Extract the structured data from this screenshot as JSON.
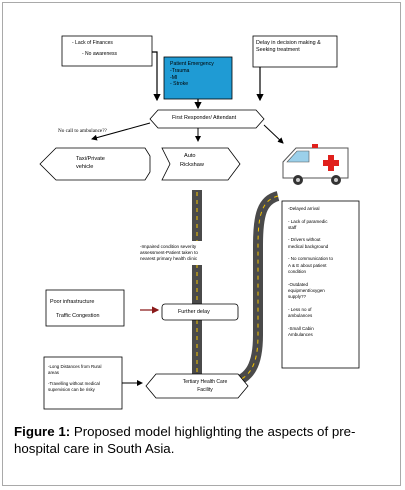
{
  "boxes": {
    "barriers": {
      "lines": [
        "- Lack of Finances",
        "- No awareness"
      ]
    },
    "delay_decision": {
      "lines": [
        "Delay in decision making &",
        "Seeking treatment"
      ]
    },
    "emergency": {
      "lines": [
        "Patient Emergency",
        "-Trauma",
        "-MI",
        "- Stroke"
      ],
      "fill": "#1f9bd4"
    },
    "first_responder": {
      "text": "First Responder/ Attendant"
    },
    "no_call": {
      "text": "No call to ambulance??"
    },
    "taxi": {
      "lines": [
        "Taxi/Private",
        "vehicle"
      ]
    },
    "rickshaw": {
      "lines": [
        "Auto",
        "Rickshaw"
      ]
    },
    "impaired": {
      "lines": [
        "-Impaired condition severity",
        "assessment-Patient taken to",
        "nearest primary health clinic"
      ]
    },
    "infra": {
      "lines": [
        "Poor infrastructure",
        "Traffic Congestion"
      ]
    },
    "further_delay": {
      "text": "Further delay"
    },
    "long_distance": {
      "lines": [
        "-Long Distances from Rural",
        "areas",
        "",
        "-Travelling without medical",
        "supervision can be risky"
      ]
    },
    "tertiary": {
      "lines": [
        "Tertiary Health Care",
        "Facility"
      ]
    },
    "ambulance_issues": {
      "lines": [
        "-Delayed arrival",
        "",
        "- Lack of paramedic",
        "staff",
        "",
        "- Drivers without",
        "medical background",
        "",
        "- No communication to",
        "A & E about patient",
        "condition",
        "",
        "-Outdated",
        "equipment/oxygen",
        "supply??",
        "",
        "- Less no of",
        "ambulances",
        "",
        "-Small Cabin",
        "Ambulances"
      ]
    }
  },
  "caption": {
    "label": "Figure 1:",
    "text": " Proposed model highlighting the aspects of pre-hospital care in South Asia."
  },
  "colors": {
    "road": "#4a4a4a",
    "road_dash": "#f2c200",
    "emergency": "#1f9bd4",
    "arrow_red": "#8b1a1a",
    "ambulance_cross": "#e0201c"
  }
}
